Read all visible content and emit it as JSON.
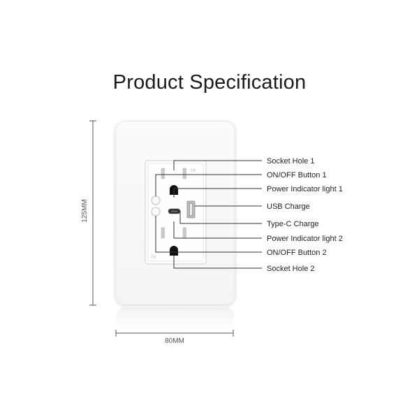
{
  "title": "Product Specification",
  "dimensions": {
    "height_label": "125MM",
    "width_label": "80MM"
  },
  "callouts": [
    "Socket Hole 1",
    "ON/OFF Button 1",
    "Power Indicator light 1",
    "USB Charge",
    "Type-C Charge",
    "Power Indicator light 2",
    "ON/OFF Button 2",
    "Socket Hole 2"
  ],
  "outlet_markings": {
    "top": "TR",
    "bottom": "TR"
  }
}
